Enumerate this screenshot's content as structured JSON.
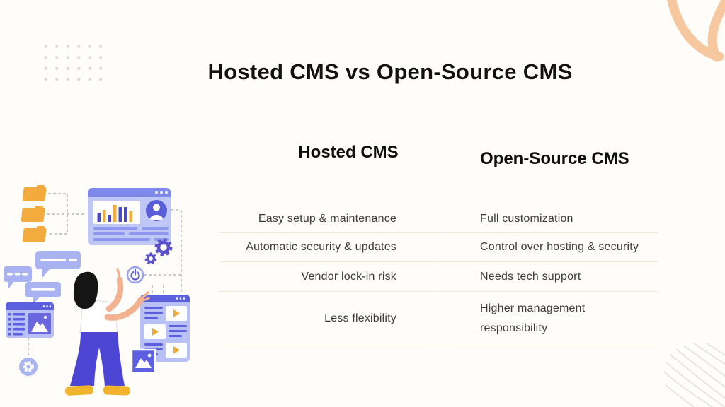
{
  "title": "Hosted CMS vs Open-Source CMS",
  "table": {
    "columns": [
      {
        "header": "Hosted CMS"
      },
      {
        "header": "Open-Source CMS"
      }
    ],
    "rows": [
      {
        "hosted": "Easy setup & maintenance",
        "open_source": "Full customization"
      },
      {
        "hosted": "Automatic security & updates",
        "open_source": "Control over hosting & security"
      },
      {
        "hosted": "Vendor lock-in risk",
        "open_source": "Needs tech support"
      },
      {
        "hosted": "Less flexibility",
        "open_source": "Higher management responsibility"
      }
    ]
  },
  "illustration": {
    "icons": [
      "folder-icon",
      "analytics-browser-window",
      "bar-chart",
      "user-avatar-icon",
      "gear-icon",
      "power-icon",
      "speech-bubble-icon",
      "list-browser-window",
      "image-icon",
      "video-browser-window",
      "video-play-icon",
      "person-pointing"
    ]
  },
  "decorations": [
    "dot-grid",
    "peach-curve",
    "scribble-lines"
  ],
  "colors": {
    "background": "#fffdf9",
    "accent_purple": "#5b5fe0",
    "deep_purple": "#4d46d4",
    "lavender": "#b9c0f5",
    "periwinkle": "#aab3f2",
    "yellow": "#f0ab3c",
    "peach": "#f7c7a0",
    "skin": "#f2b28f",
    "table_line": "#f0e8d3",
    "divider": "#ebebe8",
    "text_dark": "#111111",
    "text_body": "#3b3b3b"
  }
}
